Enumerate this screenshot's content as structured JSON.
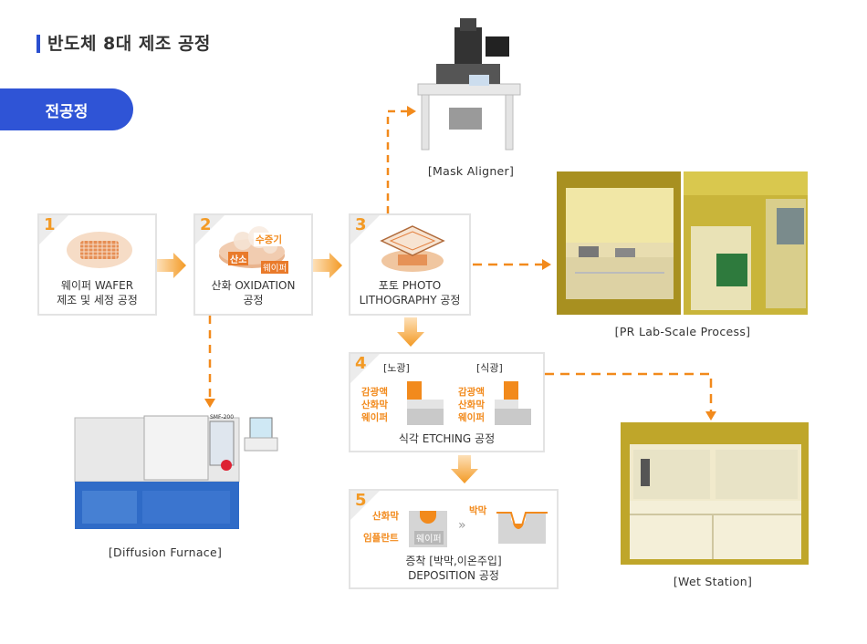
{
  "header": {
    "title": "반도체 8대 제조 공정",
    "section": "전공정"
  },
  "colors": {
    "accent_blue": "#2f54d6",
    "accent_orange": "#f39a25",
    "box_border": "#e3e3e3"
  },
  "steps": [
    {
      "num": "1",
      "line1": "웨이퍼 WAFER",
      "line2": "제조 및 세정 공정"
    },
    {
      "num": "2",
      "line1": "산화 OXIDATION",
      "line2": "공정"
    },
    {
      "num": "3",
      "line1": "포토 PHOTO",
      "line2": "LITHOGRAPHY 공정"
    },
    {
      "num": "4",
      "line1": "식각 ETCHING 공정"
    },
    {
      "num": "5",
      "line1": "증착 [박막,이온주입]",
      "line2": "DEPOSITION 공정"
    }
  ],
  "oxidation_labels": {
    "vapor": "수증기",
    "oxygen": "산소",
    "wafer": "웨이퍼"
  },
  "etching": {
    "wet": {
      "title": "[노광]",
      "labels": [
        "감광액",
        "산화막",
        "웨이퍼"
      ]
    },
    "dry": {
      "title": "[식광]",
      "labels": [
        "감광액",
        "산화막",
        "웨이퍼"
      ]
    }
  },
  "deposition": {
    "oxide": "산화막",
    "implant": "임플란트",
    "wafer": "웨이퍼",
    "film": "박막",
    "arrow": "»"
  },
  "equipment": {
    "mask_aligner": "[Mask Aligner]",
    "pr_lab": "[PR Lab-Scale Process]",
    "diffusion": "[Diffusion Furnace]",
    "wet_station": "[Wet Station]",
    "furnace_badge": "SMF-200"
  },
  "icons": [
    "right-arrow-icon",
    "down-arrow-icon",
    "dashed-connector-icon"
  ]
}
